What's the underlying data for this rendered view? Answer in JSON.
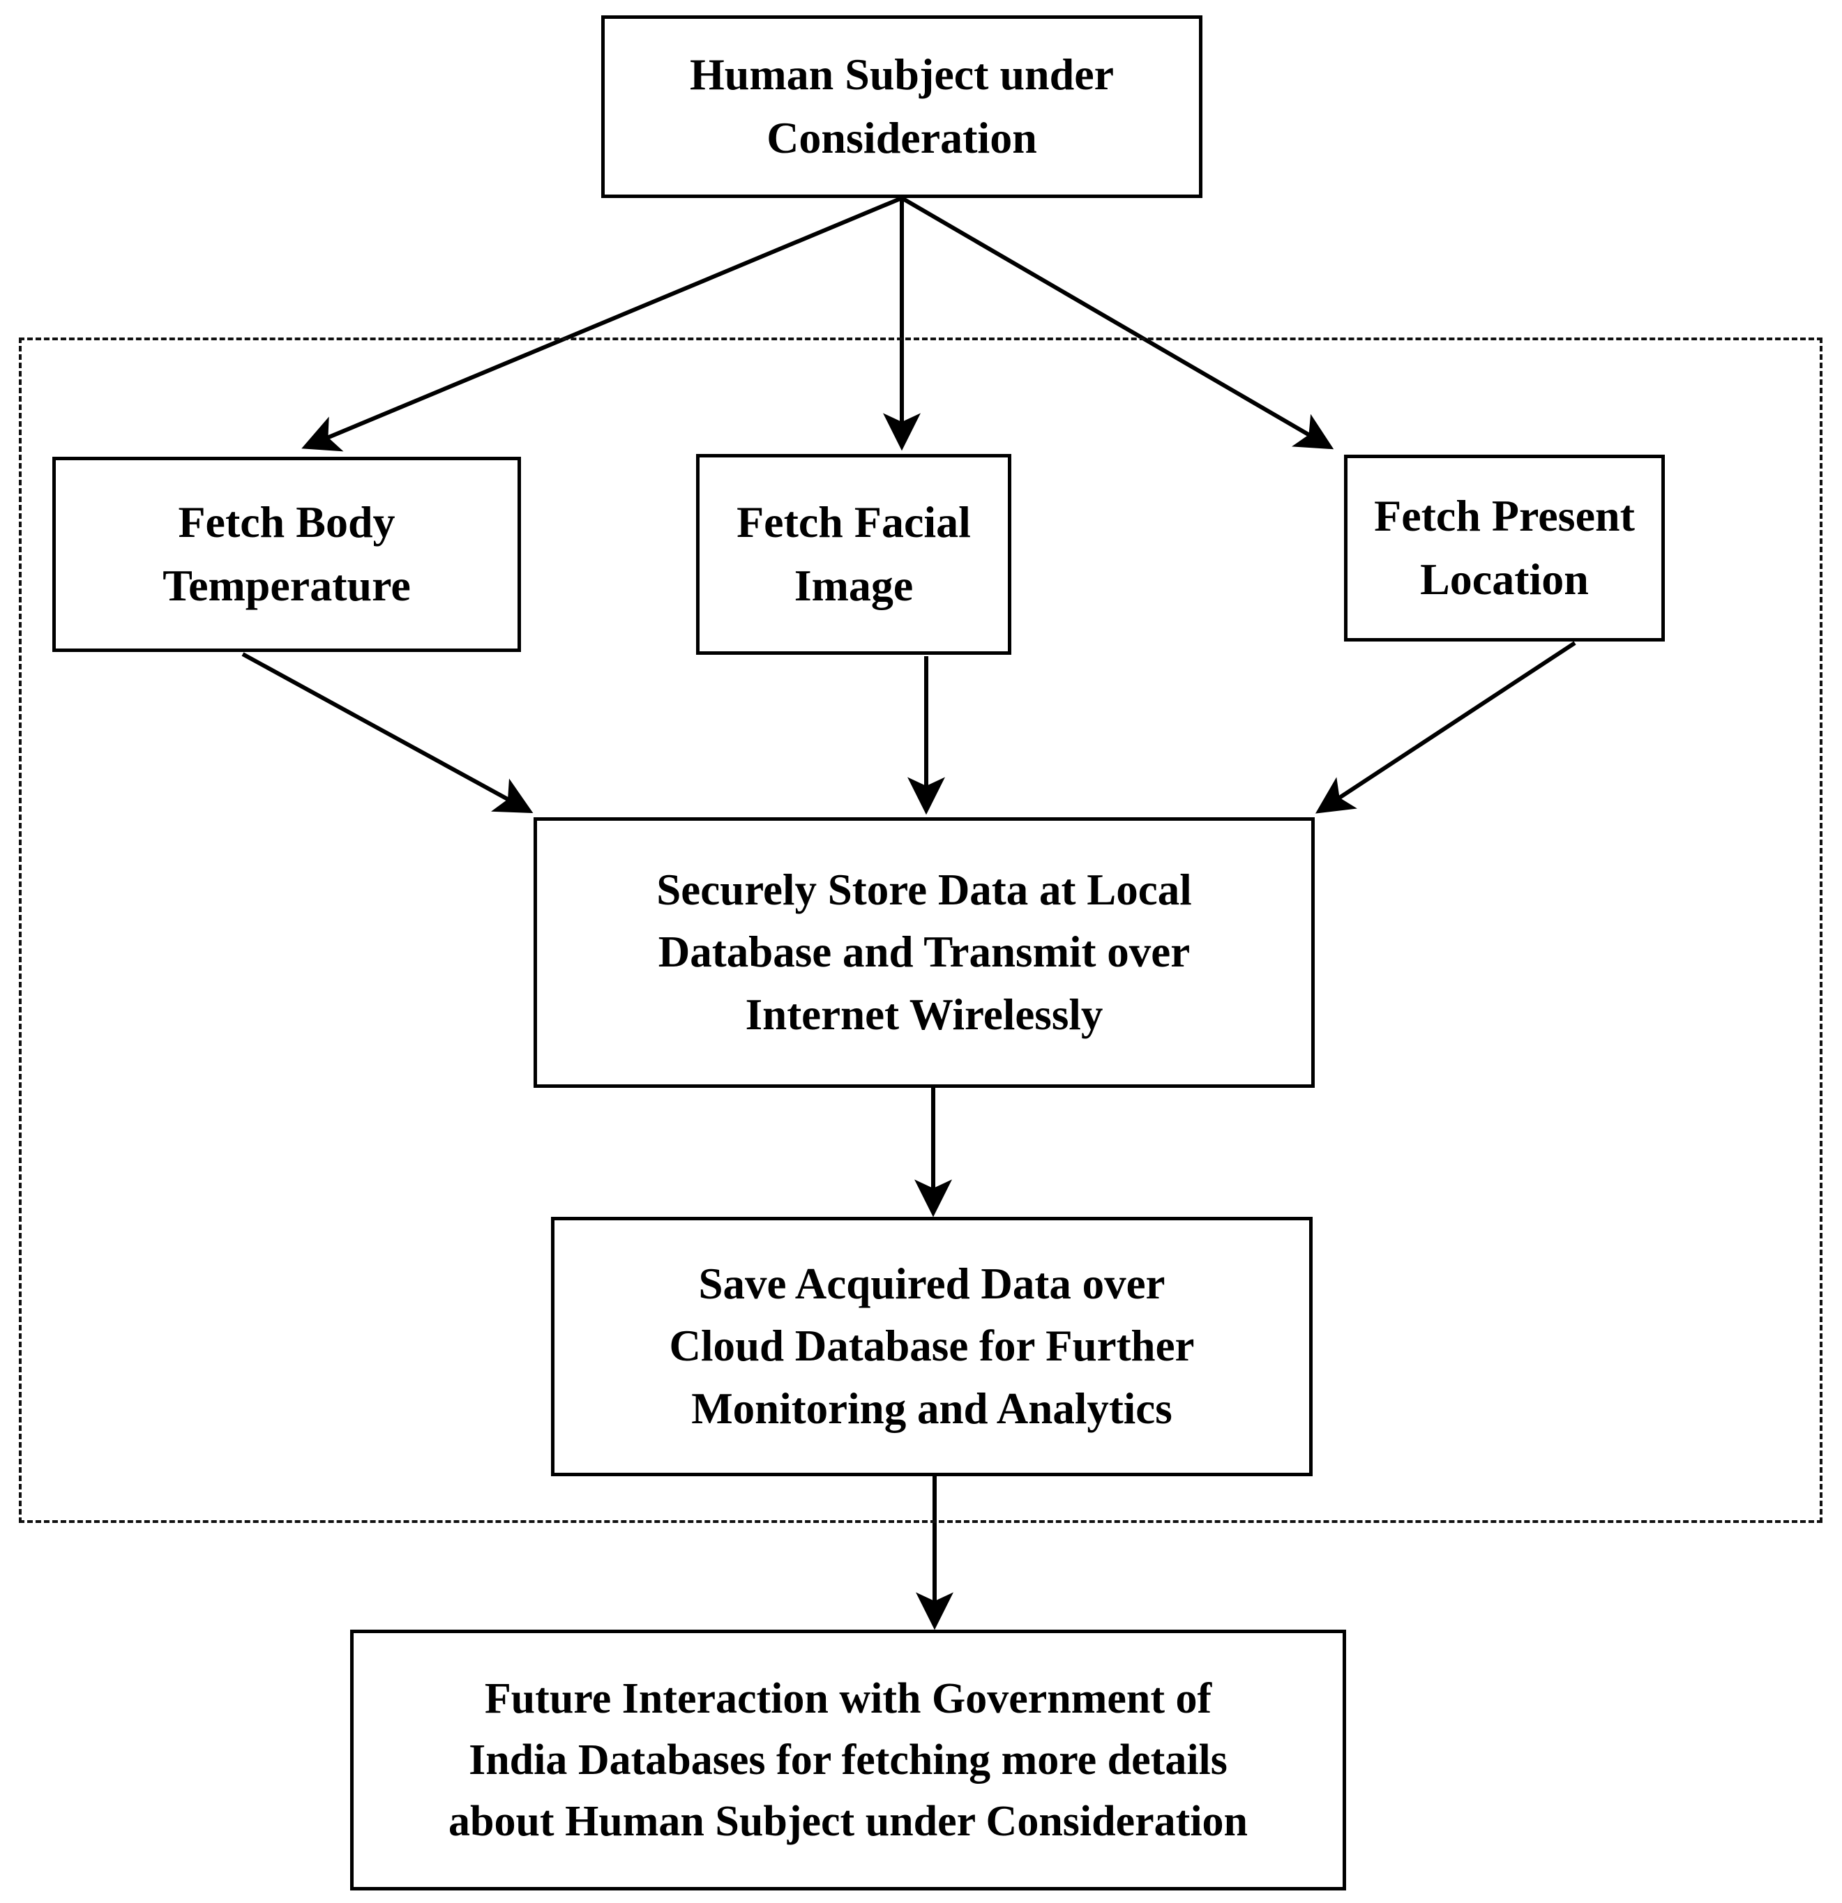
{
  "diagram": {
    "title": "Human Subject Data Acquisition and Cloud Storage Flowchart",
    "type": "flowchart",
    "background_color": "#ffffff",
    "line_color": "#000000",
    "text_color": "#000000",
    "nodes": [
      {
        "id": "root",
        "label": "Human Subject under\nConsideration",
        "shape": "rectangle"
      },
      {
        "id": "temp",
        "label": "Fetch Body\nTemperature",
        "shape": "rectangle"
      },
      {
        "id": "face",
        "label": "Fetch Facial\nImage",
        "shape": "rectangle"
      },
      {
        "id": "loc",
        "label": "Fetch Present\nLocation",
        "shape": "rectangle"
      },
      {
        "id": "store",
        "label": "Securely Store Data at Local\nDatabase and Transmit over\nInternet Wirelessly",
        "shape": "rectangle"
      },
      {
        "id": "cloud",
        "label": "Save Acquired Data over\nCloud Database for Further\nMonitoring and Analytics",
        "shape": "rectangle"
      },
      {
        "id": "future",
        "label": "Future Interaction with Government of\nIndia Databases for fetching more details\nabout Human Subject under Consideration",
        "shape": "rectangle"
      }
    ],
    "edges": [
      {
        "from": "root",
        "to": "temp",
        "style": "solid",
        "arrow": "single"
      },
      {
        "from": "root",
        "to": "face",
        "style": "solid",
        "arrow": "single"
      },
      {
        "from": "root",
        "to": "loc",
        "style": "solid",
        "arrow": "single"
      },
      {
        "from": "temp",
        "to": "store",
        "style": "solid",
        "arrow": "single"
      },
      {
        "from": "face",
        "to": "store",
        "style": "solid",
        "arrow": "single"
      },
      {
        "from": "loc",
        "to": "store",
        "style": "solid",
        "arrow": "single"
      },
      {
        "from": "store",
        "to": "cloud",
        "style": "solid",
        "arrow": "single"
      },
      {
        "from": "cloud",
        "to": "future",
        "style": "solid",
        "arrow": "single"
      }
    ],
    "groups": [
      {
        "id": "dashdot-zone",
        "label": "",
        "border_style": "dash-dot",
        "contains": [
          "temp",
          "face",
          "loc",
          "store",
          "cloud"
        ]
      }
    ]
  }
}
